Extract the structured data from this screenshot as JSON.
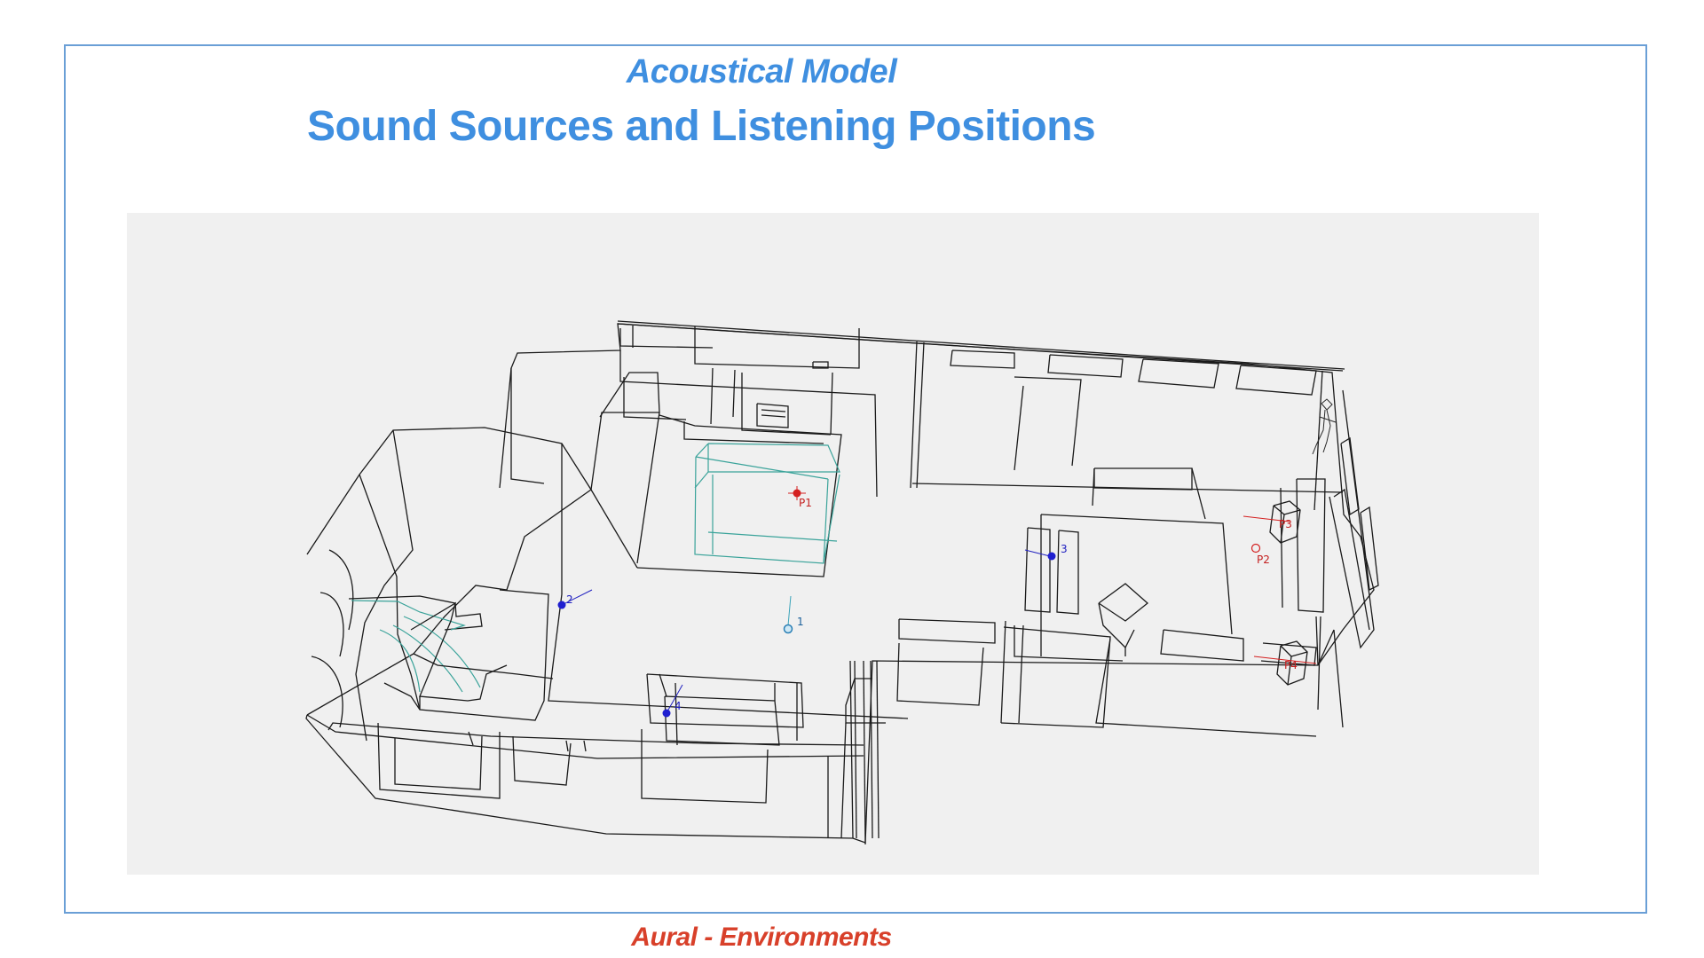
{
  "slide": {
    "subtitle": "Acoustical Model",
    "title": "Sound Sources and Listening Positions",
    "footer": "Aural - Environments"
  },
  "colors": {
    "title": "#3f8fe0",
    "footer": "#d8402a",
    "frame": "#6a9fd6",
    "viewport_bg": "#f0f0f0",
    "source": "#1f1fd0",
    "receiver": "#d42020",
    "wire": "#1a1a1a"
  },
  "model": {
    "sources": [
      {
        "label": "1"
      },
      {
        "label": "2"
      },
      {
        "label": "3"
      },
      {
        "label": "4"
      }
    ],
    "listeners": [
      {
        "label": "P1"
      },
      {
        "label": "P2"
      },
      {
        "label": "P3"
      },
      {
        "label": "P4"
      }
    ]
  }
}
